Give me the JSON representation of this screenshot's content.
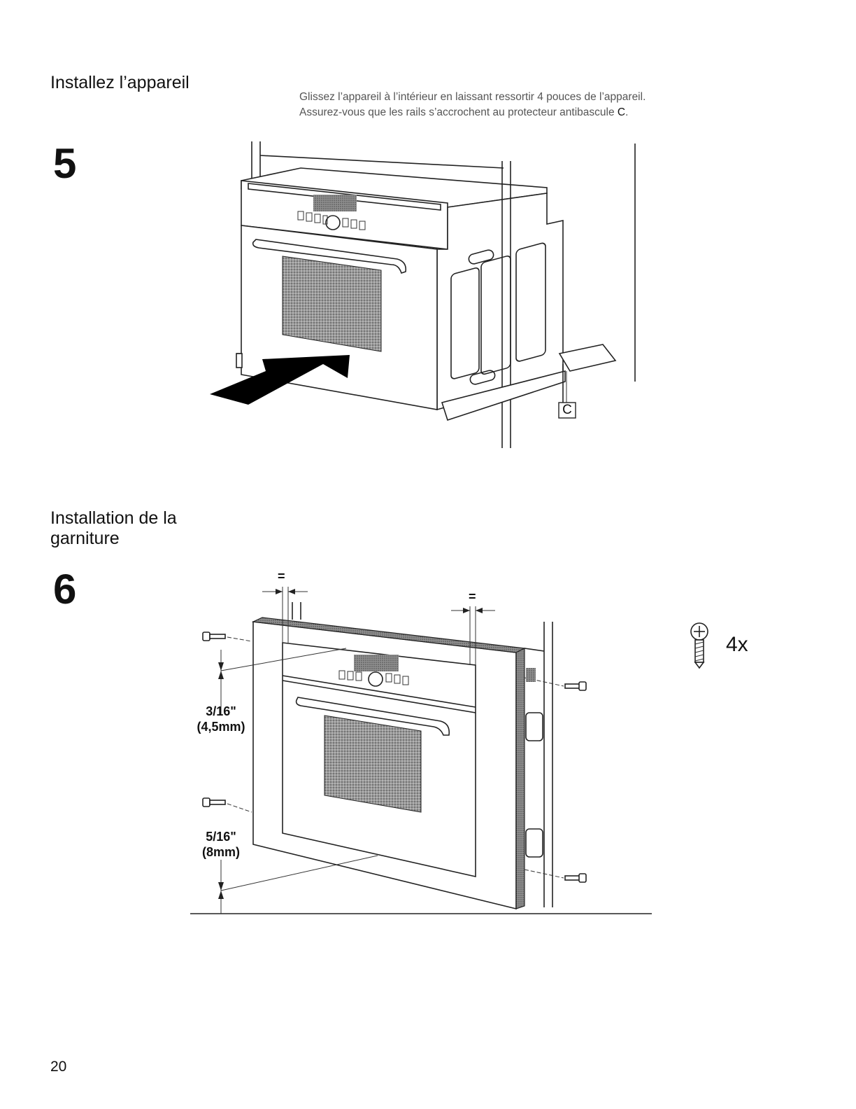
{
  "step5": {
    "heading": "Installez l’appareil",
    "number": "5",
    "instruction_line1": "Glissez l’appareil à l’intérieur en laissant ressortir 4 pouces de l’appareil.",
    "instruction_line2_prefix": "Assurez-vous que les rails s’accrochent au protecteur antibascule ",
    "instruction_line2_label": "C",
    "instruction_line2_suffix": ".",
    "callout_label": "C"
  },
  "step6": {
    "heading_line1": "Installation de la",
    "heading_line2": "garniture",
    "number": "6",
    "equal_sign_left": "=",
    "equal_sign_right": "=",
    "dim_top_line1": "3/16\"",
    "dim_top_line2": "(4,5mm)",
    "dim_bottom_line1": "5/16\"",
    "dim_bottom_line2": "(8mm)",
    "screw_quantity": "4x"
  },
  "page_number": "20"
}
